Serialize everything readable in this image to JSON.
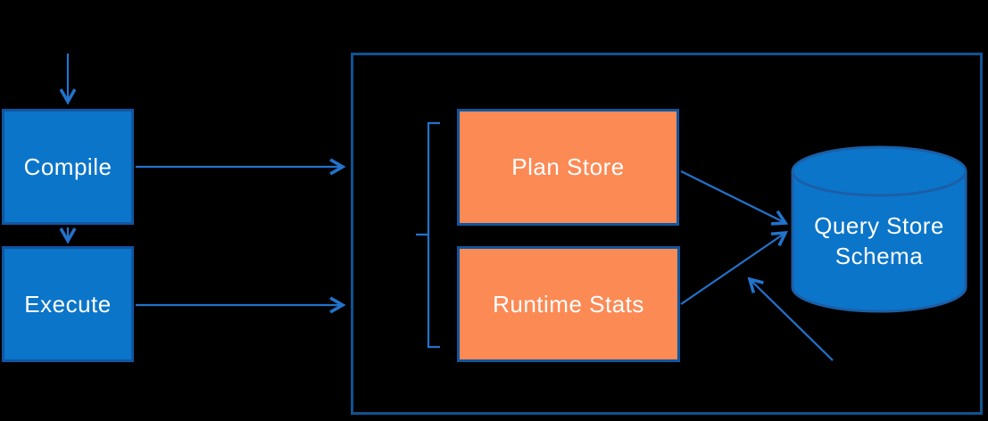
{
  "diagram": {
    "nodes": {
      "compile": "Compile",
      "execute": "Execute",
      "plan_store": "Plan Store",
      "runtime_stats": "Runtime Stats",
      "query_store_schema": "Query Store Schema"
    },
    "colors": {
      "background": "#000000",
      "box_fill": "#0B75C9",
      "box_border": "#1155A2",
      "container_border": "#0F5392",
      "orange_fill": "#FC8A55",
      "orange_border": "#0F569E",
      "arrow": "#2273CB",
      "cylinder_fill": "#0B75C9",
      "cylinder_border": "#1A5FA8",
      "label_text": "#FFFFFF"
    }
  }
}
